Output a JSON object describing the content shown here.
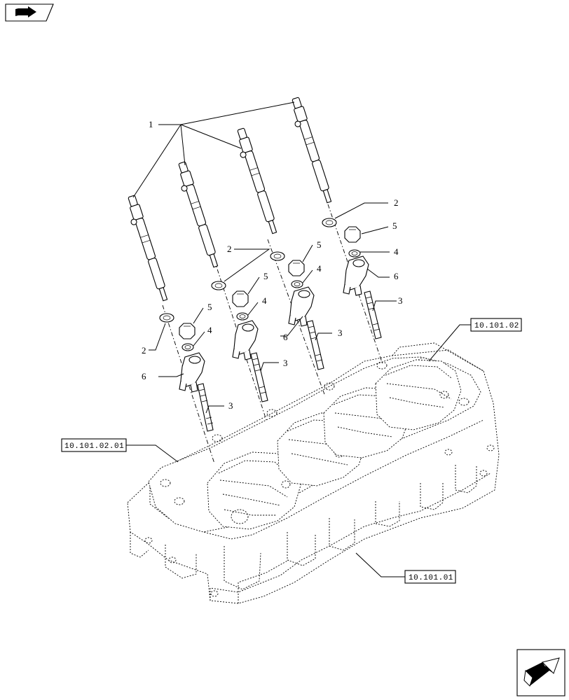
{
  "callouts": {
    "injector": "1",
    "washer": "2",
    "stud": "3",
    "spacer": "4",
    "nut": "5",
    "clamp": "6"
  },
  "references": {
    "cylinder_head_cover": "10.101.02",
    "cylinder_head_cover_gasket": "10.101.02.01",
    "cylinder_head": "10.101.01"
  },
  "icons": {
    "top_left": "book-arrow-icon",
    "bottom_right": "next-page-arrow-icon"
  }
}
